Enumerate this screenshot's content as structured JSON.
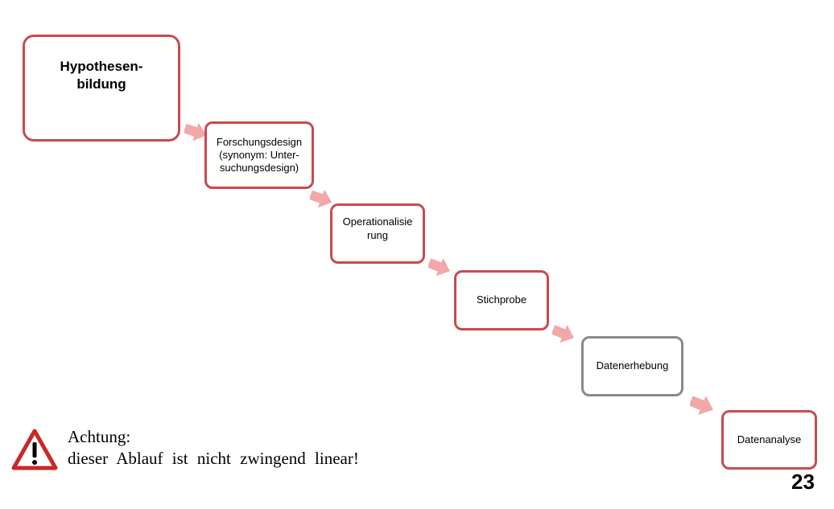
{
  "steps": [
    {
      "text": "Hypothesen-\nbildung"
    },
    {
      "text": "Forschungsdesign\n(synonym: Unter-\nsuchungsdesign)"
    },
    {
      "text": "Operationalisie\nrung"
    },
    {
      "text": "Stichprobe"
    },
    {
      "text": "Datenerhebung"
    },
    {
      "text": "Datenanalyse"
    }
  ],
  "warning": {
    "icon": "warning-triangle-icon",
    "title": "Achtung:",
    "text": "dieser Ablauf ist nicht zwingend linear!"
  },
  "page_number": "23",
  "colors": {
    "box_border": "#c84a50",
    "box_border_gray": "#8a8a8a",
    "arrow": "#f2a7a9",
    "warning_red": "#c8282a"
  }
}
